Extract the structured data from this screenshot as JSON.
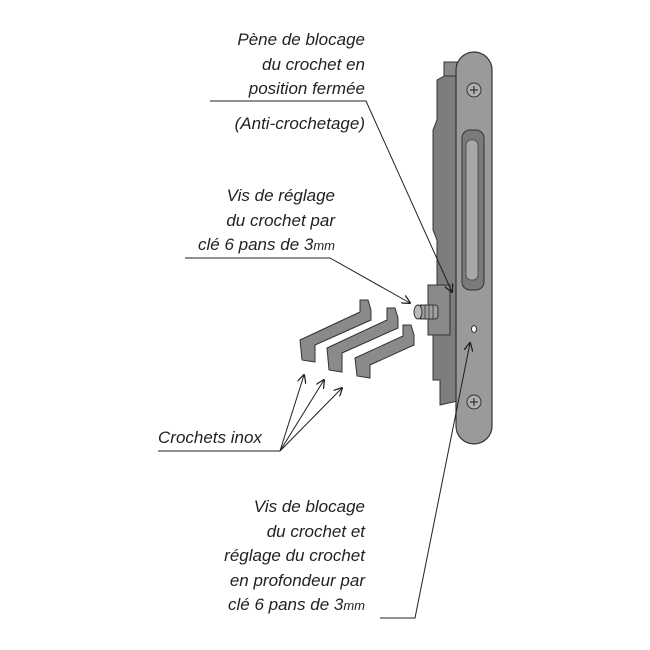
{
  "labels": {
    "anti_crochetage": [
      "Pène de blocage",
      "du crochet en",
      "position fermée",
      "(Anti-crochetage)"
    ],
    "vis_reglage": [
      "Vis de réglage",
      "du crochet par",
      "clé 6 pans de 3",
      "mm"
    ],
    "crochets": "Crochets inox",
    "vis_blocage": [
      "Vis de blocage",
      "du crochet et",
      "réglage du crochet",
      "en profondeur par",
      "clé 6 pans de 3",
      "mm"
    ]
  },
  "colors": {
    "part": "#8a8a8a",
    "part_light": "#b4b4b4",
    "line": "#231f20"
  }
}
